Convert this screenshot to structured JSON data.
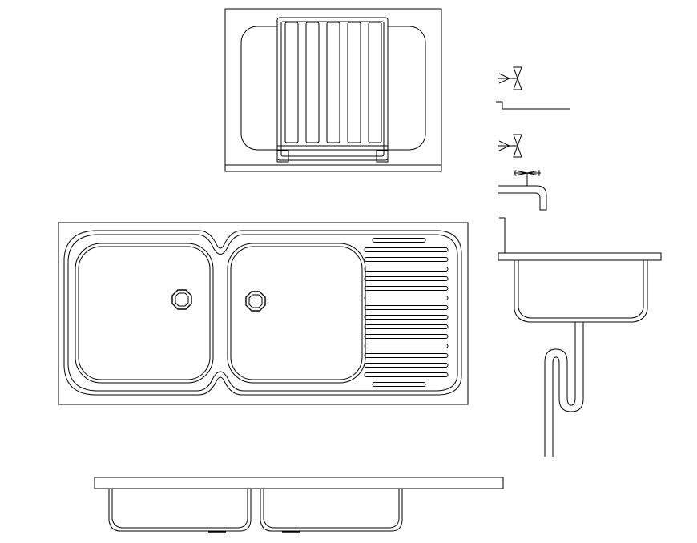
{
  "drawing": {
    "background": "#ffffff",
    "line_color": "#000000",
    "views": [
      "sink-with-rack-top-view",
      "double-bowl-sink-with-drainboard-top-view",
      "double-bowl-sink-front-section",
      "single-bowl-sink-side-section-with-trap",
      "wall-faucet-and-valve-symbols"
    ],
    "drainboard_slot_count": 16,
    "rack_bar_count": 5
  }
}
